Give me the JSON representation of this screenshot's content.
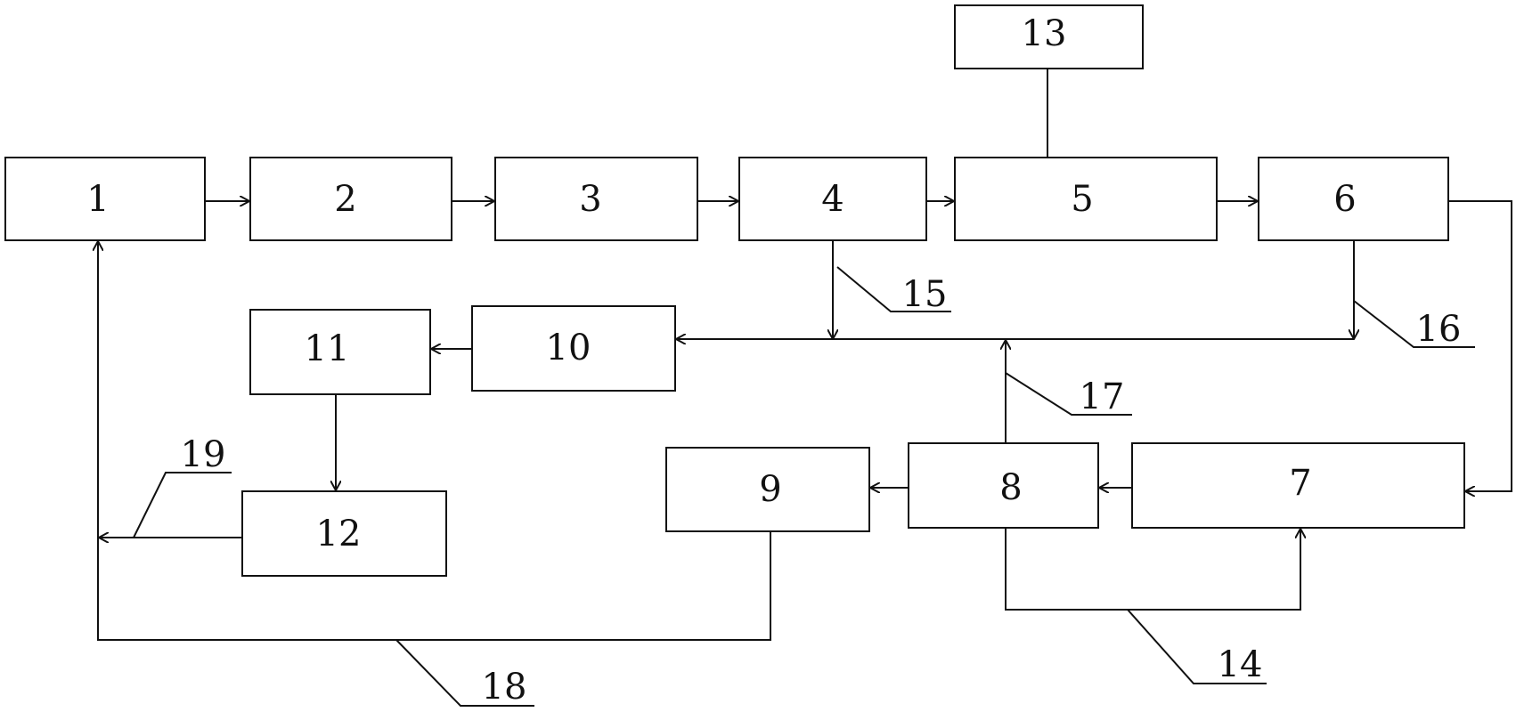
{
  "diagram": {
    "boxes": [
      {
        "id": "1",
        "label": "1"
      },
      {
        "id": "2",
        "label": "2"
      },
      {
        "id": "3",
        "label": "3"
      },
      {
        "id": "4",
        "label": "4"
      },
      {
        "id": "5",
        "label": "5"
      },
      {
        "id": "6",
        "label": "6"
      },
      {
        "id": "7",
        "label": "7"
      },
      {
        "id": "8",
        "label": "8"
      },
      {
        "id": "9",
        "label": "9"
      },
      {
        "id": "10",
        "label": "10"
      },
      {
        "id": "11",
        "label": "11"
      },
      {
        "id": "12",
        "label": "12"
      },
      {
        "id": "13",
        "label": "13"
      }
    ],
    "callouts": [
      {
        "id": "14",
        "label": "14"
      },
      {
        "id": "15",
        "label": "15"
      },
      {
        "id": "16",
        "label": "16"
      },
      {
        "id": "17",
        "label": "17"
      },
      {
        "id": "18",
        "label": "18"
      },
      {
        "id": "19",
        "label": "19"
      }
    ],
    "connections": [
      {
        "from": "1",
        "to": "2"
      },
      {
        "from": "2",
        "to": "3"
      },
      {
        "from": "3",
        "to": "4"
      },
      {
        "from": "4",
        "to": "5"
      },
      {
        "from": "5",
        "to": "6"
      },
      {
        "from": "13",
        "to": "5"
      },
      {
        "from": "6",
        "to": "7"
      },
      {
        "from": "7",
        "to": "8"
      },
      {
        "from": "8",
        "to": "7",
        "callout": "14"
      },
      {
        "from": "8",
        "to": "9"
      },
      {
        "from": "4",
        "to": "10",
        "callout": "15"
      },
      {
        "from": "6",
        "to": "10",
        "callout": "16"
      },
      {
        "from": "8",
        "to": "10",
        "callout": "17"
      },
      {
        "from": "10",
        "to": "11"
      },
      {
        "from": "11",
        "to": "12"
      },
      {
        "from": "9",
        "to": "1",
        "callout": "18"
      },
      {
        "from": "12",
        "to": "1",
        "callout": "19"
      }
    ]
  }
}
